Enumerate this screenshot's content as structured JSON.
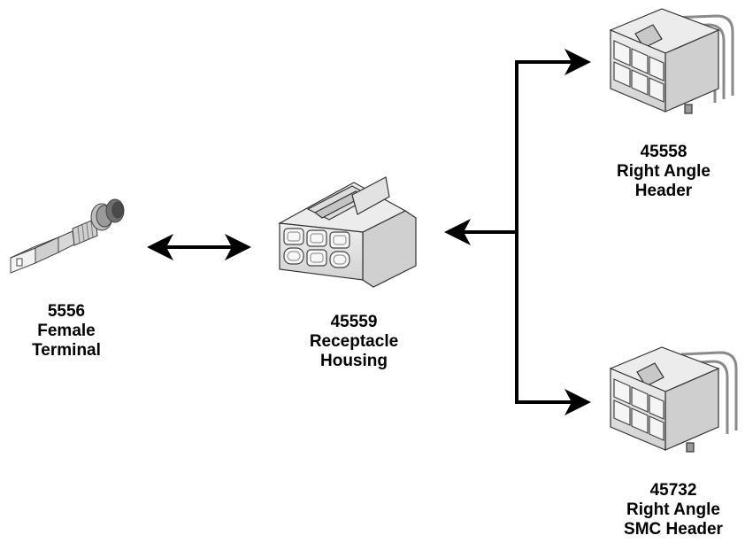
{
  "parts": {
    "terminal": {
      "number": "5556",
      "line1": "Female",
      "line2": "Terminal",
      "icon": "crimp-terminal-icon"
    },
    "receptacle": {
      "number": "45559",
      "line1": "Receptacle",
      "line2": "Housing",
      "icon": "receptacle-housing-icon"
    },
    "header_right_angle": {
      "number": "45558",
      "line1": "Right Angle",
      "line2": "Header",
      "icon": "right-angle-header-icon"
    },
    "header_smc": {
      "number": "45732",
      "line1": "Right Angle",
      "line2": "SMC Header",
      "icon": "smc-header-icon"
    }
  },
  "connectors": [
    {
      "from": "terminal",
      "to": "receptacle",
      "style": "double-arrow"
    },
    {
      "from": "receptacle",
      "to": "header_right_angle",
      "style": "arrow"
    },
    {
      "from": "receptacle",
      "to": "header_smc",
      "style": "arrow"
    }
  ],
  "colors": {
    "arrow": "#000000",
    "part_light": "#e6e6e6",
    "part_mid": "#bdbdbd",
    "part_dark": "#8a8a8a",
    "outline": "#333333"
  }
}
